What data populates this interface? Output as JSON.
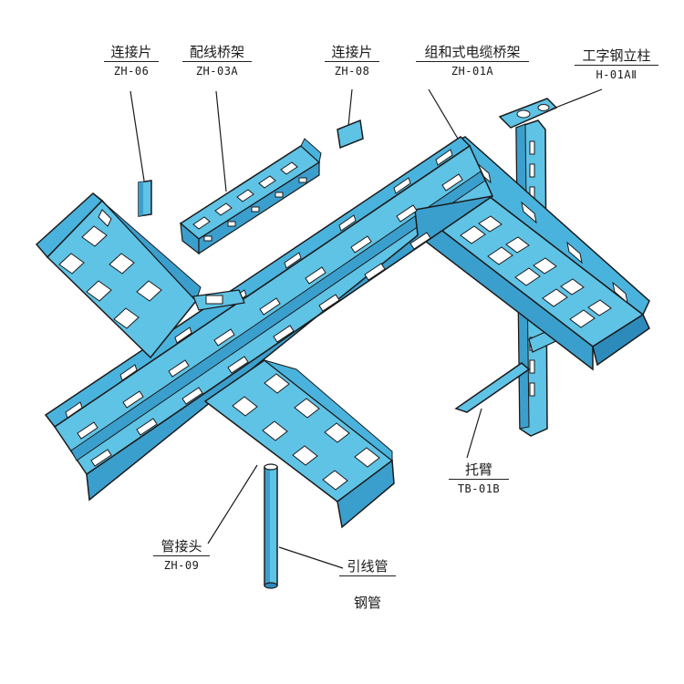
{
  "colors": {
    "tray": "#5fc3e6",
    "tray_shade": "#3b9fcd",
    "tray_dark": "#1f6f99",
    "slot": "#ffffff",
    "line": "#1b1b1b"
  },
  "labels": {
    "connector_zh06": {
      "name": "连接片",
      "code": "ZH-06"
    },
    "wiring_tray": {
      "name": "配线桥架",
      "code": "ZH-03A"
    },
    "connector_zh08": {
      "name": "连接片",
      "code": "ZH-08"
    },
    "combined_tray": {
      "name": "组和式电缆桥架",
      "code": "ZH-01A"
    },
    "i_beam_post": {
      "name": "工字钢立柱",
      "code": "H-01AⅡ"
    },
    "bracket": {
      "name": "托臂",
      "code": "TB-01B"
    },
    "pipe_joint": {
      "name": "管接头",
      "code": "ZH-09"
    },
    "lead_pipe": {
      "name": "引线管"
    },
    "steel_pipe": {
      "name": "钢管"
    }
  }
}
